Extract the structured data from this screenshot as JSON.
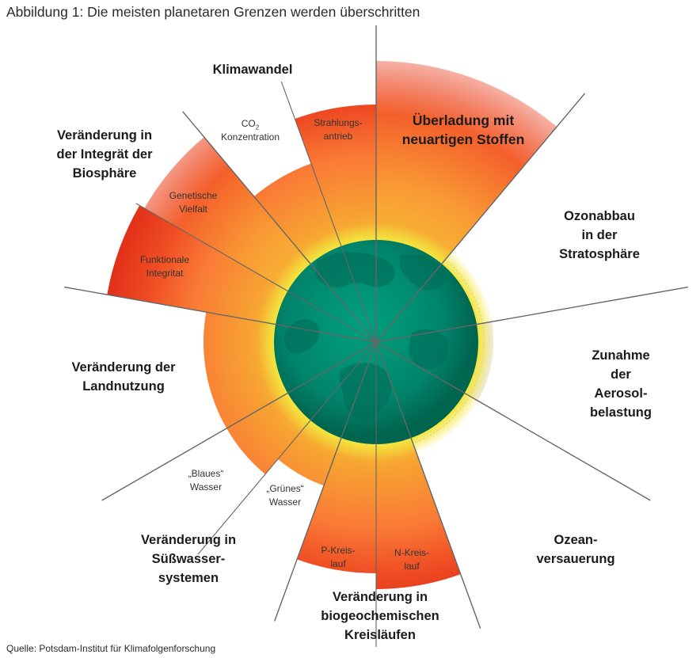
{
  "title": "Abbildung 1: Die meisten planetaren Grenzen werden überschritten",
  "source": "Quelle: Potsdam-Institut für Klimafolgenforschung",
  "colors": {
    "safe_zone": "#00856c",
    "safe_zone_dark": "#006a56",
    "safe_ring": "#f0e13c",
    "zone_yellow": "#f5b530",
    "zone_orange": "#ff8a3c",
    "zone_red": "#e02a17",
    "unknown_gray": "#d9d9d9",
    "divider": "#666666"
  },
  "categories": [
    {
      "id": "klimawandel",
      "label": "Klimawandel"
    },
    {
      "id": "neuartige-stoffe",
      "label": "Überladung mit\nneuartigen Stoffen"
    },
    {
      "id": "ozonabbau",
      "label": "Ozonabbau\nin der\nStratosphäre"
    },
    {
      "id": "aerosol",
      "label": "Zunahme der\nAerosol-\nbelastung"
    },
    {
      "id": "ozean",
      "label": "Ozean-\nversauerung"
    },
    {
      "id": "biogeochemie",
      "label": "Veränderung in\nbiogeochemischen\nKreisläufen"
    },
    {
      "id": "suesswasser",
      "label": "Veränderung in\nSüßwasser-\nsystemen"
    },
    {
      "id": "landnutzung",
      "label": "Veränderung der\nLandnutzung"
    },
    {
      "id": "biosphaere",
      "label": "Veränderung in\nder Integrät der\nBiosphäre"
    }
  ],
  "sublabels": {
    "co2_prefix": "CO",
    "co2_subscript": "2",
    "co2_suffix": "Konzentration",
    "strahlungsantrieb": "Strahlungs-\nantrieb",
    "genetische_vielfalt": "Genetische\nVielfalt",
    "funktionale_integritaet": "Funktionale\nIntegritat",
    "blaues_wasser": "„Blaues“\nWasser",
    "gruenes_wasser": "„Grünes“\nWasser",
    "p_kreislauf": "P-Kreis-\nlauf",
    "n_kreislauf": "N-Kreis-\nlauf"
  }
}
